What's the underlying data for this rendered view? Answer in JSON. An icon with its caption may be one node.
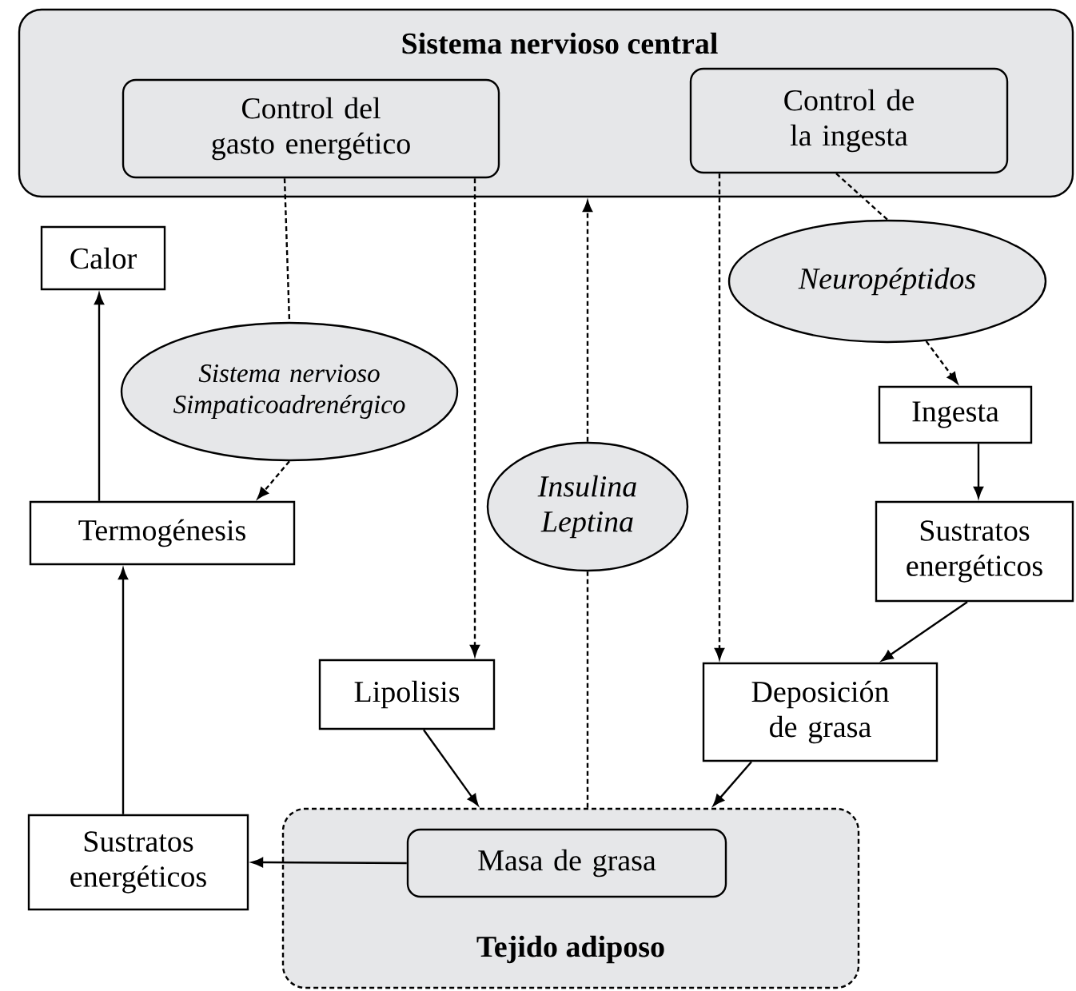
{
  "diagram": {
    "nodes": [
      {
        "text": [
          "Sistema nervioso central"
        ]
      },
      {
        "text": [
          "Control del gasto energético"
        ],
        "in": 0
      },
      {
        "text": [
          "Control de la ingesta"
        ],
        "in": 0
      },
      {
        "text": [
          "Calor"
        ]
      },
      {
        "text": [
          "Neuropéptidos"
        ]
      },
      {
        "text": [
          "Sistema nervioso Simpaticoadrenérgico"
        ]
      },
      {
        "text": [
          "Ingesta"
        ]
      },
      {
        "text": [
          "Insulina Leptina"
        ]
      },
      {
        "text": [
          "Termogénesis"
        ]
      },
      {
        "text": [
          "Sustratos energéticos"
        ]
      },
      {
        "text": [
          "Lipolisis"
        ]
      },
      {
        "text": [
          "Deposición de grasa"
        ]
      },
      {
        "text": [
          "Tejido adiposo"
        ]
      },
      {
        "text": [
          "Masa de grasa"
        ],
        "in": 12
      },
      {
        "text": [
          "Sustratos energéticos"
        ]
      }
    ],
    "edges": [
      {
        "from": 1,
        "to": 5,
        "arrow": "none",
        "style": "dashed"
      },
      {
        "from": 5,
        "to": 8,
        "arrow": "to",
        "style": "dashed"
      },
      {
        "from": 1,
        "to": 10,
        "arrow": "to",
        "style": "dashed"
      },
      {
        "from": 12,
        "to": 7,
        "arrow": "none",
        "style": "dashed"
      },
      {
        "from": 7,
        "to": 0,
        "arrow": "to",
        "style": "dashed"
      },
      {
        "from": 2,
        "to": 11,
        "arrow": "to",
        "style": "dashed"
      },
      {
        "from": 2,
        "to": 4,
        "arrow": "none",
        "style": "dashed"
      },
      {
        "from": 4,
        "to": 6,
        "arrow": "to",
        "style": "dashed"
      },
      {
        "from": 6,
        "to": 9,
        "arrow": "to"
      },
      {
        "from": 9,
        "to": 11,
        "arrow": "to"
      },
      {
        "from": 10,
        "to": 12,
        "arrow": "to"
      },
      {
        "from": 11,
        "to": 12,
        "arrow": "to"
      },
      {
        "from": 13,
        "to": 14,
        "arrow": "to"
      },
      {
        "from": 14,
        "to": 8,
        "arrow": "to"
      },
      {
        "from": 8,
        "to": 3,
        "arrow": "to"
      }
    ]
  }
}
